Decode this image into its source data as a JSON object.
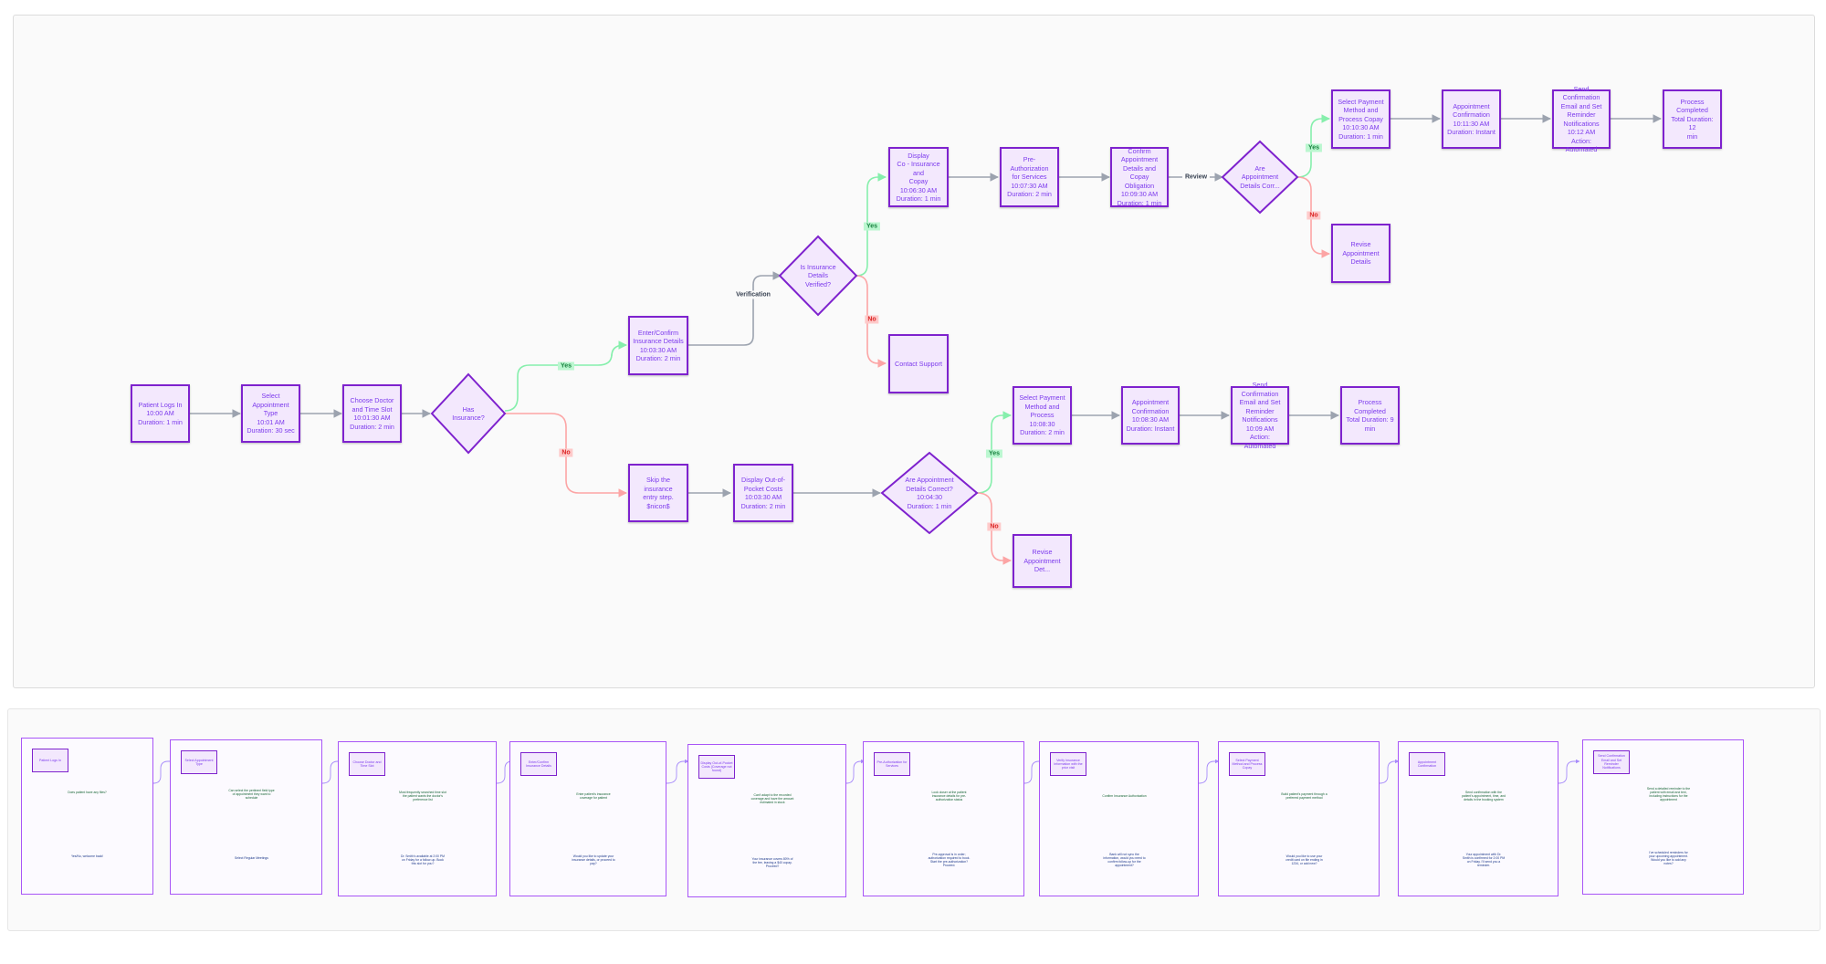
{
  "main_flow": {
    "boxes": {
      "login": "Patient Logs In\n10:00 AM\nDuration: 1 min",
      "appt_type": "Select\nAppointment Type\n10:01 AM\nDuration: 30 sec",
      "doctor": "Choose Doctor\nand Time Slot\n10:01:30 AM\nDuration: 2 min",
      "enter_ins": "Enter/Confirm\nInsurance Details\n10:03:30 AM\nDuration: 2 min",
      "skip_ins": "Skip the insurance\nentry step.\n$nicon$",
      "display_oop": "Display Out-of-\nPocket Costs\n10:03:30 AM\nDuration: 2 min",
      "display_copay": "Display\nCo - Insurance and\nCopay\n10:06:30 AM\nDuration: 1 min",
      "contact_support": "Contact Support",
      "preauth": "Pre-Authorization\nfor Services\n10:07:30 AM\nDuration: 2 min",
      "confirm_copay": "Confirm\nAppointment\nDetails and Copay\nObligation\n10:09:30 AM\nDuration: 1 min",
      "pay_copay": "Select Payment\nMethod and\nProcess Copay\n10:10:30 AM\nDuration: 1 min",
      "revise_upper": "Revise\nAppointment\nDetails",
      "confirm_upper": "Appointment\nConfirmation\n10:11:30 AM\nDuration: Instant",
      "send_upper": "Send Confirmation\nEmail and Set\nReminder\nNotifications\n10:12 AM\nAction: Automated",
      "done_upper": "Process\nCompleted\nTotal Duration: 12\nmin",
      "pay_lower": "Select Payment\nMethod and\nProcess\n10:08:30\nDuration: 2 min",
      "revise_lower": "Revise\nAppointment Det...",
      "confirm_lower": "Appointment\nConfirmation\n10:08:30 AM\nDuration: Instant",
      "send_lower": "Send Confirmation\nEmail and Set\nReminder\nNotifications\n10:09 AM\nAction: Automated",
      "done_lower": "Process\nCompleted\nTotal Duration: 9\nmin"
    },
    "diamonds": {
      "has_ins": "Has\nInsurance?",
      "ins_verified": "Is Insurance\nDetails\nVerified?",
      "appt_correct_lower": "Are Appointment\nDetails Correct?\n10:04:30\nDuration: 1 min",
      "appt_correct_upper": "Are\nAppointment\nDetails Corr..."
    },
    "edge_labels": {
      "yes": "Yes",
      "no": "No",
      "verification": "Verification",
      "review": "Review"
    }
  },
  "panels": [
    {
      "step": "Patient Logs In",
      "question": "Does patient have any files?",
      "outcome": "Yes/No, welcome back!"
    },
    {
      "step": "Select Appointment Type",
      "question": "Can select the pertinent field type of appointment they want to schedule",
      "outcome": "Select Regular Meetings"
    },
    {
      "step": "Choose Doctor and Time Slot",
      "question": "Most frequently searched time slot the patient wants the doctor's preference list",
      "outcome": "Dr. Smith's available at 2:00 PM on Friday for a follow-up. Book this slot for you?"
    },
    {
      "step": "Enter/Confirm Insurance Details",
      "question": "Enter patient's insurance coverage for patient",
      "outcome": "Would you like to update your insurance details, or proceed to pay?"
    },
    {
      "step": "Display Out-of-Pocket Costs (Coverage not found)",
      "question": "Can't adapt to the recorded coverage and have the amount estimated in stock",
      "outcome": "Your insurance covers 80% of the fee, leaving a $40 copay. Proceed?"
    },
    {
      "step": "Pre-Authorization for Services",
      "question": "Look closer at the patient insurance details for pre-authorization status",
      "outcome": "Pre-approval is in order; authorization required to book. Start the pre-authorization? Proceed."
    },
    {
      "step": "Verify Insurance Information with the prior visit",
      "question": "Confirm Insurance Authorization",
      "outcome": "Bank will not sync the information, would you need to confirm follow-up for the appointment?"
    },
    {
      "step": "Select Payment Method and Process Copay",
      "question": "Build patient's payment through a preferred payment method",
      "outcome": "Would you like to use your credit card on file ending in 1234, or add new?"
    },
    {
      "step": "Appointment Confirmation",
      "question": "Send confirmation with the patient's appointment, time, and details in the booking system",
      "outcome": "Your appointment with Dr. Smith is confirmed for 2:00 PM on Friday. I'll send you a reminder."
    },
    {
      "step": "Send Confirmation Email and Set Reminder Notifications",
      "question": "Send a detailed reminder to the patient with email and text, including instructions for the appointment",
      "outcome": "I've scheduled reminders for your upcoming appointment. Would you like to add any notes?"
    }
  ]
}
